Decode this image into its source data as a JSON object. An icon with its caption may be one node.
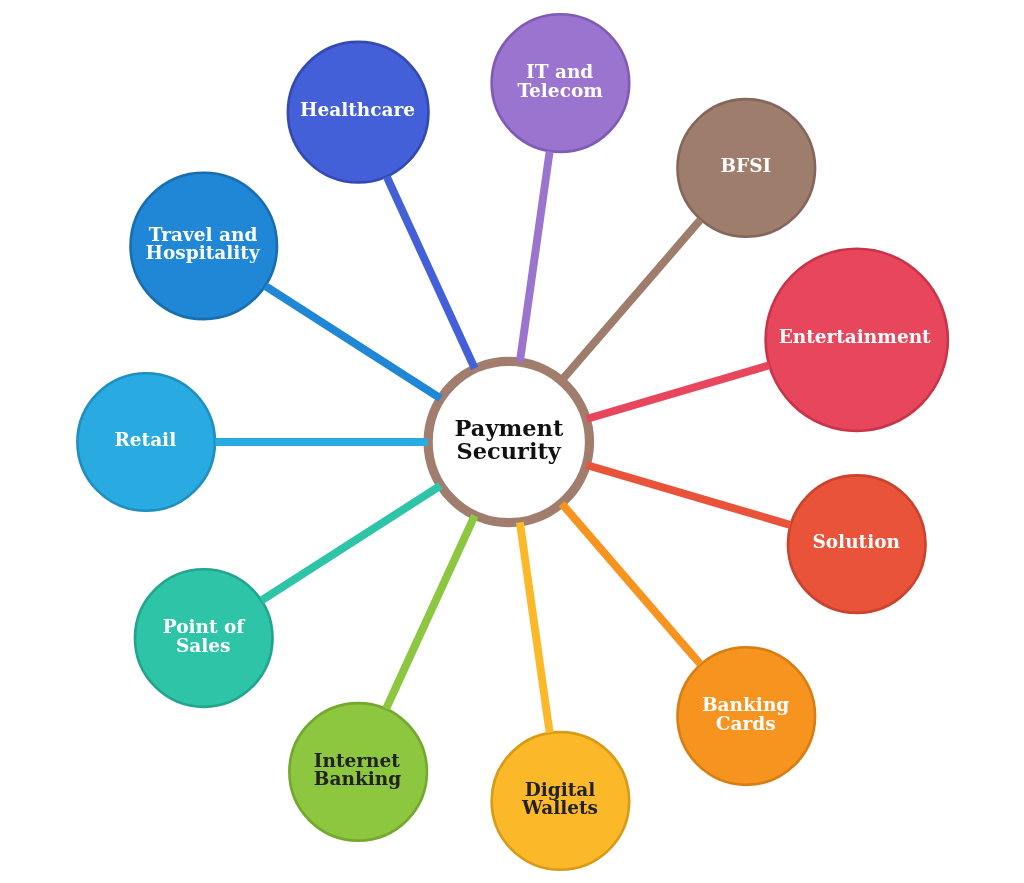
{
  "diagram": {
    "nodes": [
      {
        "text": [
          "Payment Security"
        ]
      },
      {
        "text": [
          "Solution"
        ]
      },
      {
        "text": [
          "Banking Cards"
        ]
      },
      {
        "text": [
          "Digital Wallets"
        ]
      },
      {
        "text": [
          "Internet Banking"
        ]
      },
      {
        "text": [
          "Point of Sales"
        ]
      },
      {
        "text": [
          "Retail"
        ]
      },
      {
        "text": [
          "Travel and Hospitality"
        ]
      },
      {
        "text": [
          "Healthcare"
        ]
      },
      {
        "text": [
          "IT and Telecom"
        ]
      },
      {
        "text": [
          "BFSI"
        ]
      },
      {
        "text": [
          "Entertainment"
        ]
      }
    ],
    "edges": [
      {
        "from": 0,
        "to": 1,
        "arrow": "none",
        "color": "#e8533a"
      },
      {
        "from": 0,
        "to": 2,
        "arrow": "none",
        "color": "#f7941f"
      },
      {
        "from": 0,
        "to": 3,
        "arrow": "none",
        "color": "#fbb829"
      },
      {
        "from": 0,
        "to": 4,
        "arrow": "none",
        "color": "#8dc63f"
      },
      {
        "from": 0,
        "to": 5,
        "arrow": "none",
        "color": "#2ec4a8"
      },
      {
        "from": 0,
        "to": 6,
        "arrow": "none",
        "color": "#29abe2"
      },
      {
        "from": 0,
        "to": 7,
        "arrow": "none",
        "color": "#1f87d6"
      },
      {
        "from": 0,
        "to": 8,
        "arrow": "none",
        "color": "#4460d8"
      },
      {
        "from": 0,
        "to": 9,
        "arrow": "none",
        "color": "#9b74d0"
      },
      {
        "from": 0,
        "to": 10,
        "arrow": "none",
        "color": "#9e7d6d"
      },
      {
        "from": 0,
        "to": 11,
        "arrow": "none",
        "color": "#e8465c"
      }
    ]
  }
}
